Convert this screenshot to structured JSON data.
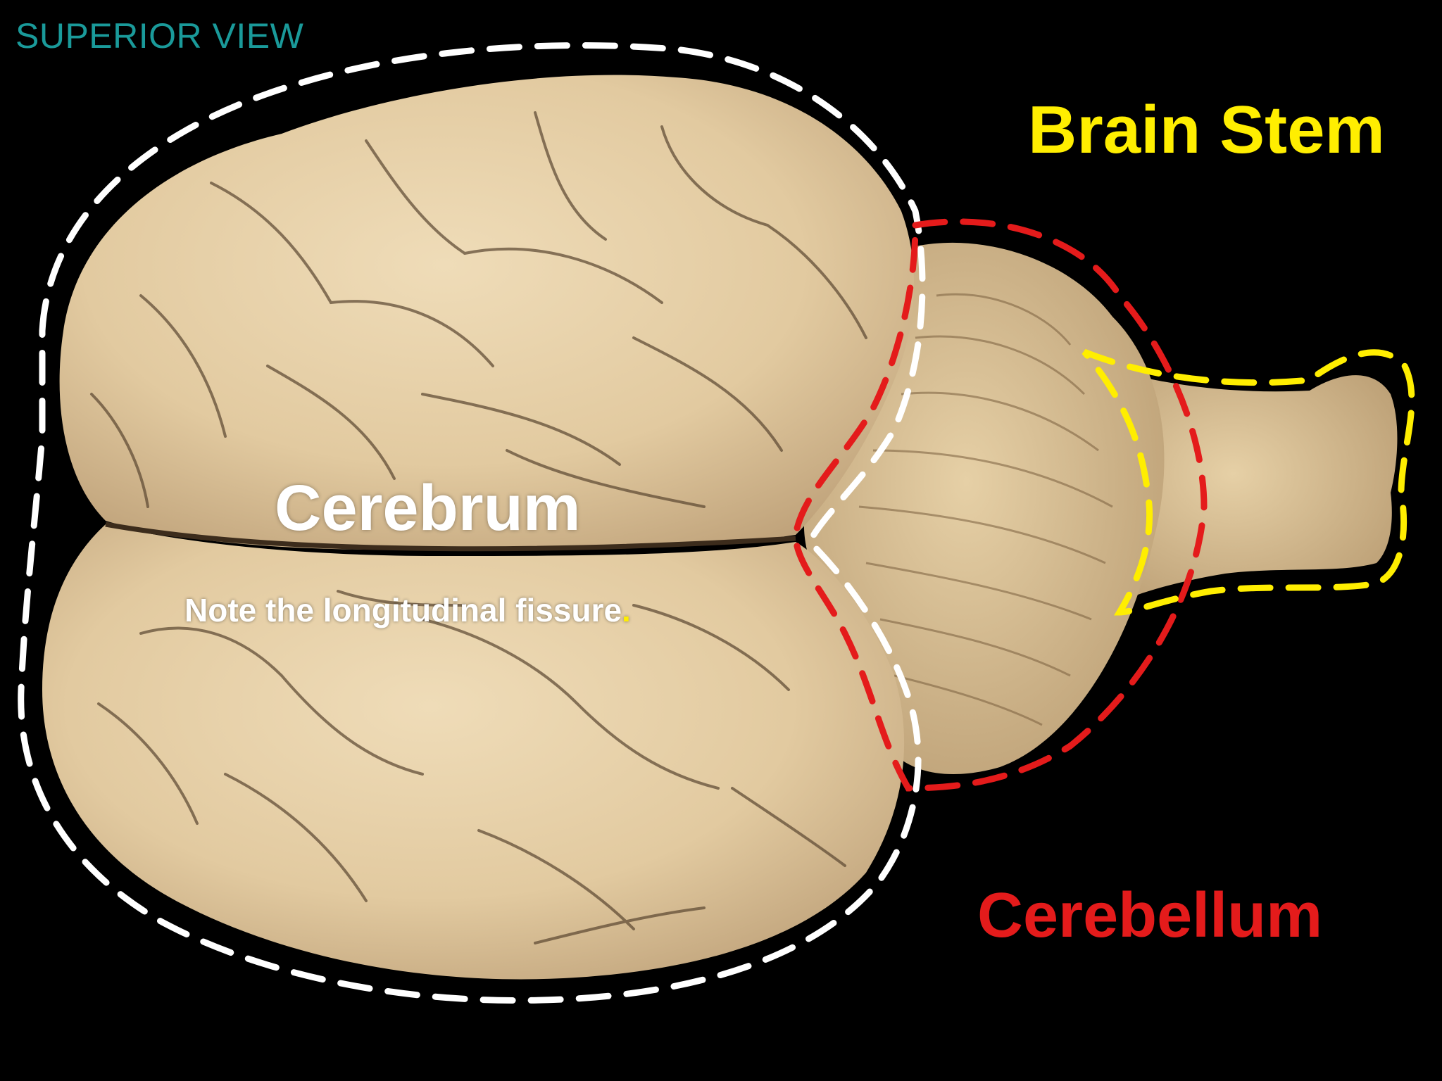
{
  "labels": {
    "view": "SUPERIOR VIEW",
    "brain_stem": "Brain Stem",
    "cerebrum": "Cerebrum",
    "note": "Note the longitudinal fissure",
    "note_period": ".",
    "cerebellum": "Cerebellum"
  },
  "colors": {
    "background": "#000000",
    "view_label": "#1a9a9a",
    "cerebrum_outline": "#ffffff",
    "cerebellum_outline": "#e41b1b",
    "brainstem_outline": "#ffee00",
    "brain_tissue": "#e8d3ab",
    "sulcus": "#5a4630"
  }
}
